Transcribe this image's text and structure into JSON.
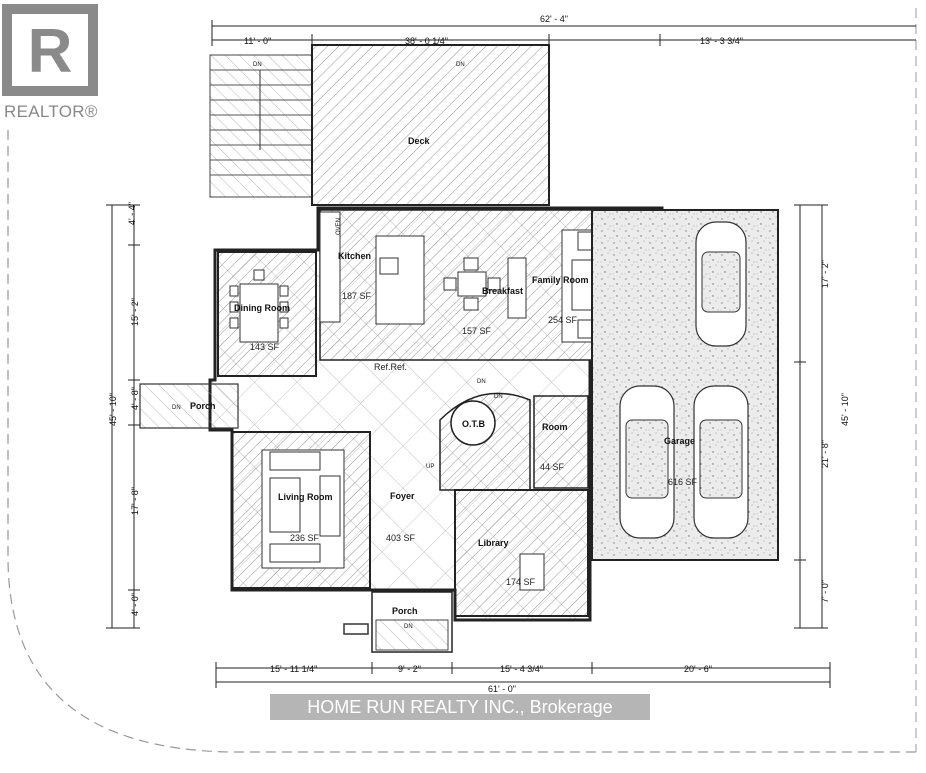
{
  "logo": {
    "text": "REALTOR®",
    "mark": "R"
  },
  "watermark": "HOME RUN REALTY INC., Brokerage",
  "rooms": {
    "deck": {
      "name": "Deck"
    },
    "kitchen": {
      "name": "Kitchen",
      "area": "187 SF",
      "oven": "OVEN"
    },
    "breakfast": {
      "name": "Breakfast",
      "area": "157 SF"
    },
    "family": {
      "name": "Family Room",
      "area": "254 SF"
    },
    "dining": {
      "name": "Dining Room",
      "area": "143 SF"
    },
    "ref": {
      "name": "Ref.Ref."
    },
    "porch_side": {
      "name": "Porch",
      "dn": "DN"
    },
    "otb": {
      "name": "O.T.B"
    },
    "powder": {
      "name": "Room",
      "area": "44 SF"
    },
    "garage": {
      "name": "Garage",
      "area": "616 SF"
    },
    "living": {
      "name": "Living Room",
      "area": "236 SF"
    },
    "foyer": {
      "name": "Foyer",
      "area": "403 SF"
    },
    "library": {
      "name": "Library",
      "area": "174 SF"
    },
    "porch_front": {
      "name": "Porch",
      "dn": "DN"
    }
  },
  "stairs": {
    "dn1": "DN",
    "dn2": "DN",
    "up": "UP",
    "dn_deck1": "DN",
    "dn_deck2": "DN"
  },
  "dimensions": {
    "top_total": "62' - 4\"",
    "top_left": "11' - 0\"",
    "top_mid": "38' - 0 1/4\"",
    "top_right": "13' - 3 3/4\"",
    "bottom_total": "61' - 0\"",
    "bottom_1": "15' - 11 1/4\"",
    "bottom_2": "9' - 2\"",
    "bottom_3": "15' - 4 3/4\"",
    "bottom_4": "20' - 6\"",
    "left_total": "45' - 10\"",
    "left_1": "4' - 4\"",
    "left_2": "15' - 2\"",
    "left_3": "4' - 8\"",
    "left_4": "17' - 8\"",
    "left_5": "4' - 0\"",
    "right_total": "45' - 10\"",
    "right_1": "17' - 2\"",
    "right_2": "21' - 8\"",
    "right_3": "7' - 0\""
  }
}
